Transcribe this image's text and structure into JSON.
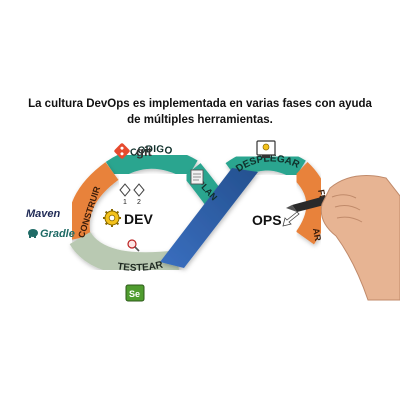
{
  "caption": {
    "line1": "La cultura DevOps es implementada en varias fases con ayuda",
    "line2": "de múltiples herramientas."
  },
  "loop": {
    "left_label": "DEV",
    "right_label": "OPS",
    "phases": {
      "codigo": "CODIGO",
      "plan": "PLAN",
      "construir": "CONSTRUIR",
      "testear": "TESTEAR",
      "desplegar": "DESPLEGAR",
      "fragment_top": "FU",
      "fragment_bottom": "AR"
    }
  },
  "tools": {
    "git": "git",
    "maven": "Maven",
    "gradle": "Gradle",
    "flow_numbers": [
      "1",
      "2"
    ]
  },
  "colors": {
    "codigo": "#2aa58f",
    "plan": "#2aa58f",
    "construir": "#e8823a",
    "testear": "#b9c9b2",
    "desplegar": "#2aa58f",
    "operar": "#e8823a",
    "crossover": "#2f5fb0",
    "git": "#e64a2e",
    "maven": "#1f2a55",
    "gradle": "#1f6b66"
  }
}
